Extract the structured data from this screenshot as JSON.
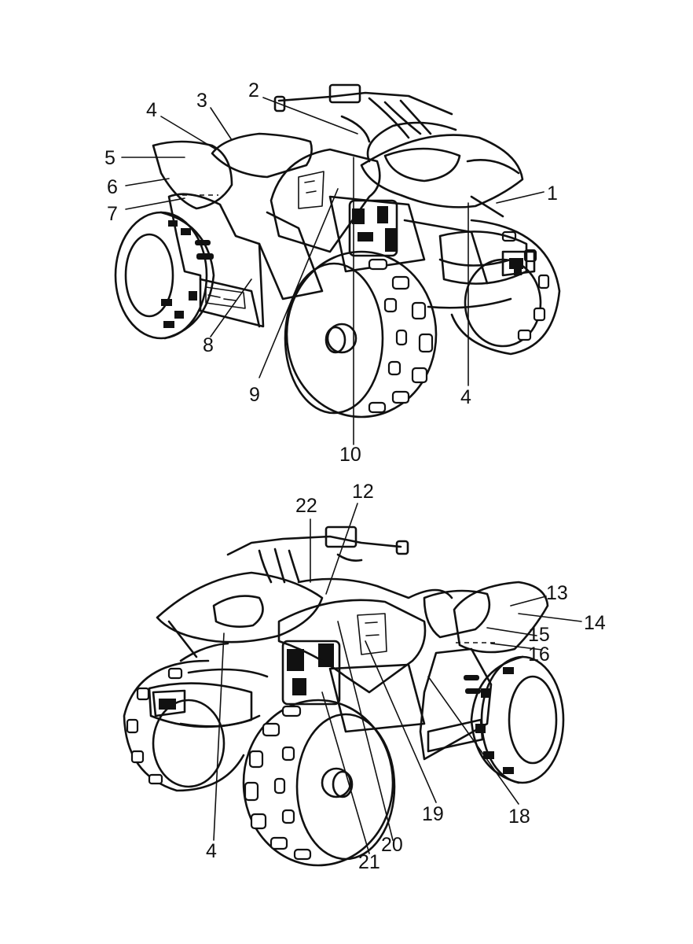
{
  "callouts_top": [
    {
      "id": "c1",
      "text": "1"
    },
    {
      "id": "c2",
      "text": "2"
    },
    {
      "id": "c3",
      "text": "3"
    },
    {
      "id": "c4a",
      "text": "4"
    },
    {
      "id": "c4b",
      "text": "4"
    },
    {
      "id": "c5",
      "text": "5"
    },
    {
      "id": "c6",
      "text": "6"
    },
    {
      "id": "c7",
      "text": "7"
    },
    {
      "id": "c8",
      "text": "8"
    },
    {
      "id": "c9",
      "text": "9"
    },
    {
      "id": "c10",
      "text": "10"
    }
  ],
  "callouts_bottom": [
    {
      "id": "c12",
      "text": "12"
    },
    {
      "id": "c13",
      "text": "13"
    },
    {
      "id": "c14",
      "text": "14"
    },
    {
      "id": "c15",
      "text": "15"
    },
    {
      "id": "c16",
      "text": "16"
    },
    {
      "id": "c18",
      "text": "18"
    },
    {
      "id": "c19",
      "text": "19"
    },
    {
      "id": "c20",
      "text": "20"
    },
    {
      "id": "c21",
      "text": "21"
    },
    {
      "id": "c22",
      "text": "22"
    },
    {
      "id": "c4c",
      "text": "4"
    }
  ]
}
